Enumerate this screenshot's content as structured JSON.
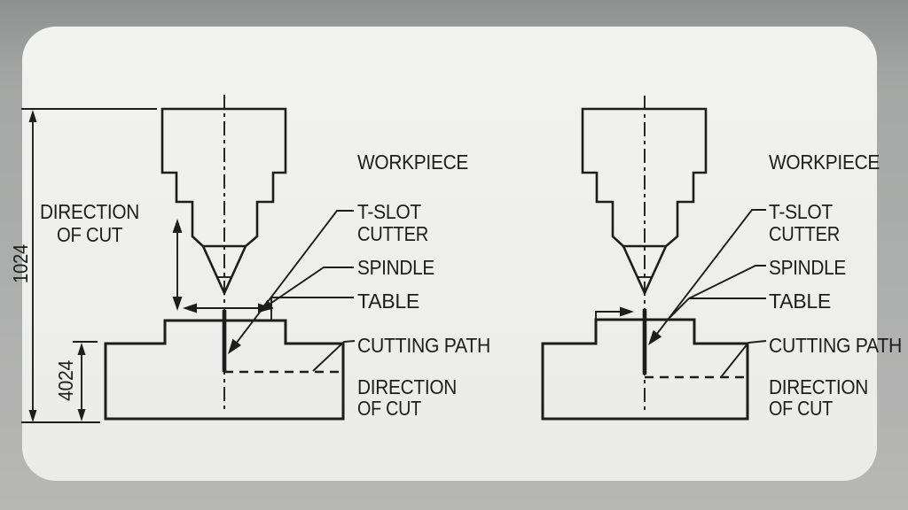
{
  "colors": {
    "outer_background": "#a6a8a7",
    "panel_background": "#f0f0ee",
    "ink": "#1d1d1d",
    "workpiece_fill": "#b1b2b0"
  },
  "left_diagram": {
    "dimension_total_height": "1024",
    "dimension_workpiece_height": "4024",
    "side_direction_line1": "DIRECTION",
    "side_direction_line2": "OF CUT",
    "labels": {
      "workpiece": "WORKPIECE",
      "t_slot_line1": "T-SLOT",
      "t_slot_line2": "CUTTER",
      "spindle": "SPINDLE",
      "table": "TABLE",
      "cutting_path": "CUTTING PATH",
      "direction_line1": "DIRECTION",
      "direction_line2": "OF CUT"
    }
  },
  "right_diagram": {
    "labels": {
      "workpiece": "WORKPIECE",
      "t_slot_line1": "T-SLOT",
      "t_slot_line2": "CUTTER",
      "spindle": "SPINDLE",
      "table": "TABLE",
      "cutting_path": "CUTTING PATH",
      "direction_line1": "DIRECTION",
      "direction_line2": "OF CUT"
    }
  }
}
